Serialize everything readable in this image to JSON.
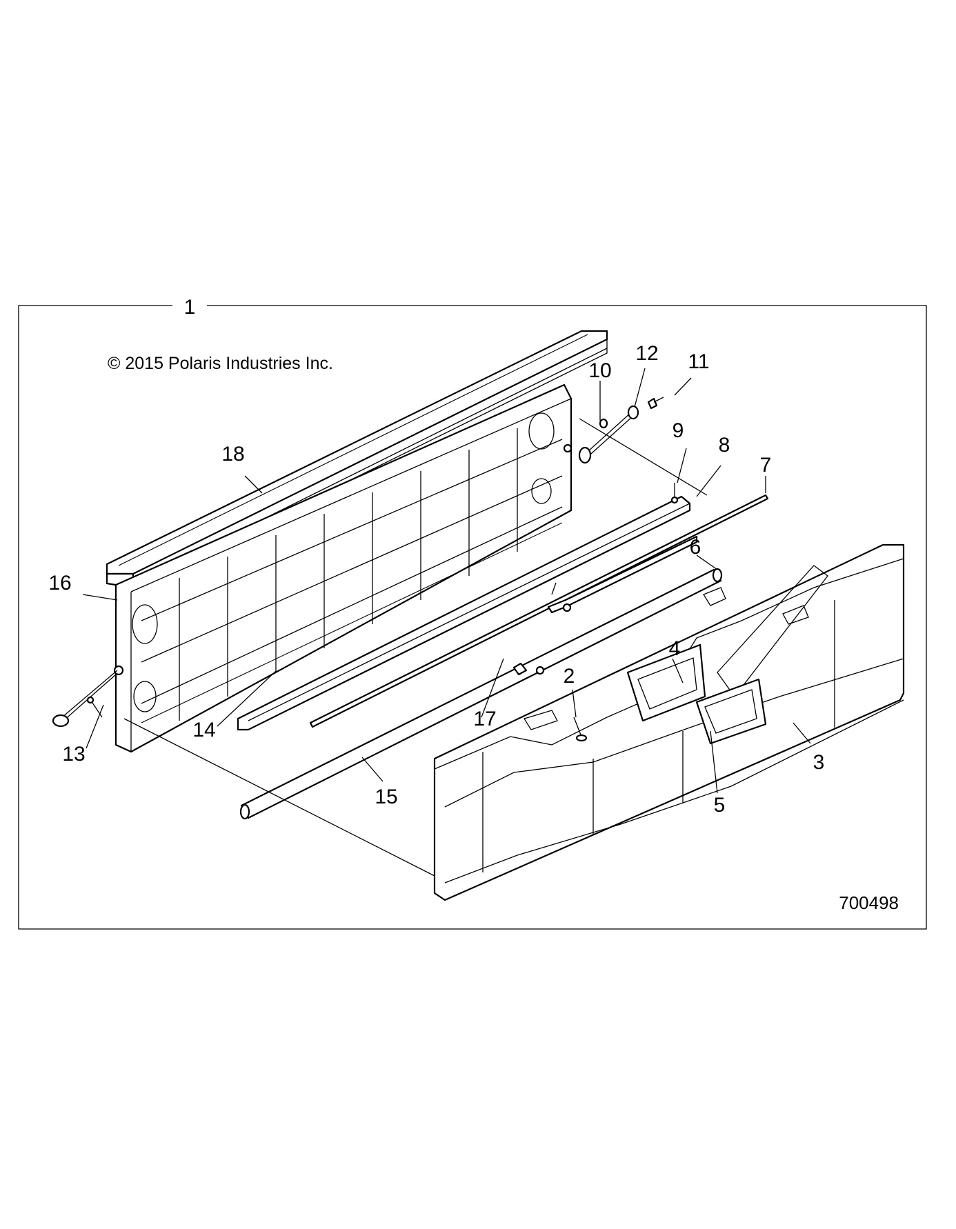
{
  "diagram": {
    "assembly_callout": "1",
    "copyright": "© 2015 Polaris Industries Inc.",
    "drawing_id": "700498",
    "callouts": [
      {
        "id": "c2",
        "label": "2"
      },
      {
        "id": "c3",
        "label": "3"
      },
      {
        "id": "c4",
        "label": "4"
      },
      {
        "id": "c5",
        "label": "5"
      },
      {
        "id": "c6",
        "label": "6"
      },
      {
        "id": "c7",
        "label": "7"
      },
      {
        "id": "c8",
        "label": "8"
      },
      {
        "id": "c9",
        "label": "9"
      },
      {
        "id": "c10",
        "label": "10"
      },
      {
        "id": "c11",
        "label": "11"
      },
      {
        "id": "c12",
        "label": "12"
      },
      {
        "id": "c13",
        "label": "13"
      },
      {
        "id": "c14",
        "label": "14"
      },
      {
        "id": "c15",
        "label": "15"
      },
      {
        "id": "c16",
        "label": "16"
      },
      {
        "id": "c17",
        "label": "17"
      },
      {
        "id": "c18",
        "label": "18"
      }
    ]
  }
}
